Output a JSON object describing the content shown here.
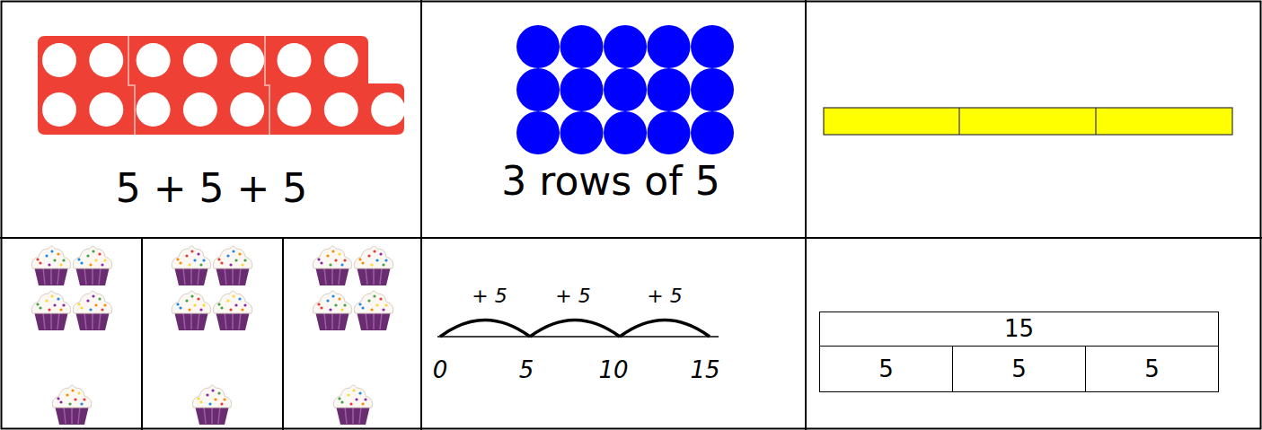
{
  "diagram": {
    "nodes": [
      {
        "text": [
          "5 + 5 + 5"
        ]
      },
      {
        "text": [
          "3 rows of 5"
        ]
      },
      {
        "text": [
          "15"
        ]
      },
      {
        "text": [
          "5"
        ]
      },
      {
        "text": [
          "5"
        ]
      },
      {
        "text": [
          "5"
        ]
      }
    ],
    "labels": [
      "+ 5",
      "+ 5",
      "+ 5",
      "0",
      "5",
      "10",
      "15"
    ]
  }
}
